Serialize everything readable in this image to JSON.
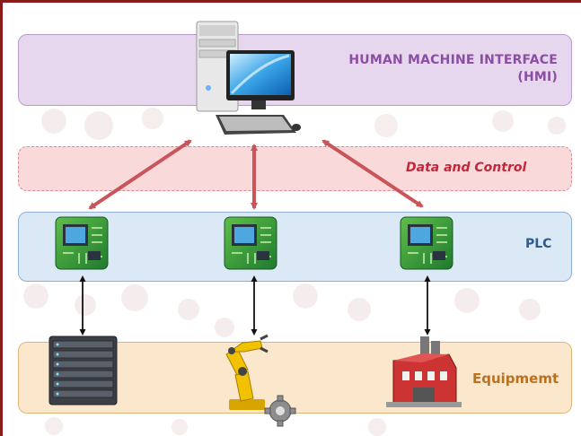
{
  "layers": {
    "hmi": {
      "line1": "HUMAN MACHINE INTERFACE",
      "line2": "(HMI)"
    },
    "data": {
      "label": "Data and Control"
    },
    "plc": {
      "label": "PLC"
    },
    "equipment": {
      "label": "Equipmemt"
    }
  },
  "icons": {
    "hmi": "desktop-computer-icon",
    "plc": [
      "circuit-board-icon",
      "circuit-board-icon",
      "circuit-board-icon"
    ],
    "equipment": [
      "server-rack-icon",
      "robot-arm-icon",
      "factory-icon"
    ]
  },
  "colors": {
    "hmi_band": "#e6d7ee",
    "data_band": "#fad9db",
    "plc_band": "#dbe8f6",
    "equipment_band": "#fbe7cc",
    "arrow_red": "#c9555a",
    "frame": "#8b1a1a"
  }
}
